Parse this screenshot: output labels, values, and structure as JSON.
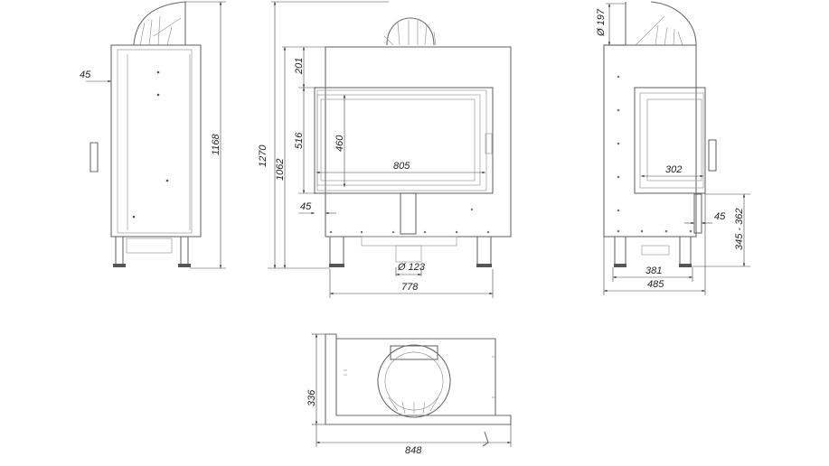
{
  "drawing": {
    "side_left": {
      "offset": "45",
      "total_height": "1168"
    },
    "front": {
      "overall_height": "1270",
      "body_height": "1062",
      "top_to_door": "201",
      "door_height": "516",
      "glass_height": "460",
      "glass_width": "805",
      "door_offset": "45",
      "air_inlet_diameter": "Ø 123",
      "body_width": "778"
    },
    "side_right": {
      "flue_diameter": "Ø 197",
      "glass_depth": "302",
      "door_offset": "45",
      "door_to_floor": "345 - 362",
      "legs_span": "381",
      "body_depth": "485"
    },
    "top": {
      "depth": "336",
      "width": "848"
    }
  }
}
